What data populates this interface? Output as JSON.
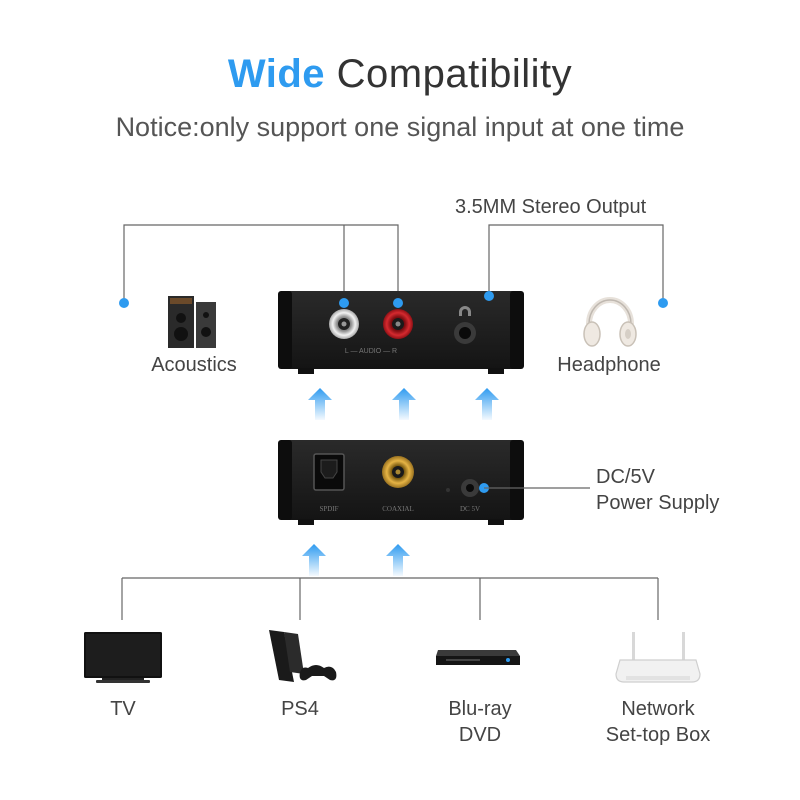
{
  "header": {
    "title_highlight": "Wide",
    "title_rest": "Compatibility",
    "notice": "Notice:only support one signal input at one time"
  },
  "outputs": {
    "stereo_output": "3.5MM Stereo Output",
    "acoustics": "Acoustics",
    "headphone": "Headphone",
    "rca_panel_text": "L — AUDIO — R"
  },
  "inputs": {
    "spdif": "SPDIF",
    "coaxial": "COAXIAL",
    "dc_jack": "DC 5V",
    "power_line1": "DC/5V",
    "power_line2": "Power Supply"
  },
  "sources": [
    {
      "label": "TV",
      "icon": "tv-icon"
    },
    {
      "label": "PS4",
      "icon": "ps4-icon"
    },
    {
      "label_line1": "Blu-ray",
      "label_line2": "DVD",
      "icon": "bluray-player-icon"
    },
    {
      "label_line1": "Network",
      "label_line2": "Set-top Box",
      "icon": "router-icon"
    }
  ],
  "colors": {
    "accent": "#2e9bf0",
    "device": "#1e1e1e",
    "line": "#666666"
  }
}
